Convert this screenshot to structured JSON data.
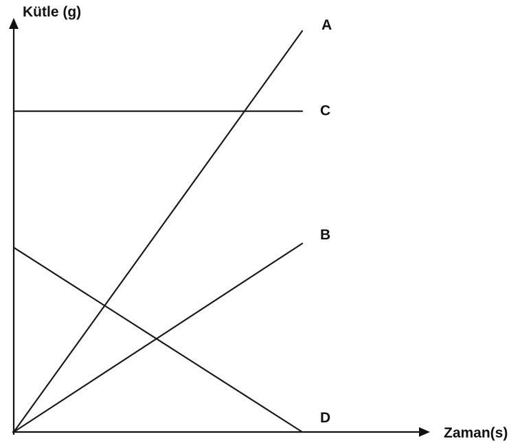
{
  "chart_data": {
    "type": "line",
    "title": "",
    "xlabel": "Zaman(s)",
    "ylabel": "Kütle (g)",
    "xlim": [
      0,
      10
    ],
    "ylim": [
      0,
      10
    ],
    "x_ticks_shown": false,
    "y_ticks_shown": false,
    "grid": false,
    "legend": "none",
    "series": [
      {
        "name": "A",
        "x": [
          0,
          10
        ],
        "y": [
          0,
          10.0
        ]
      },
      {
        "name": "C",
        "x": [
          0,
          10
        ],
        "y": [
          8.0,
          8.0
        ]
      },
      {
        "name": "B",
        "x": [
          0,
          10
        ],
        "y": [
          0,
          4.7
        ]
      },
      {
        "name": "D",
        "x": [
          0,
          10
        ],
        "y": [
          4.6,
          0
        ]
      }
    ],
    "colors": {
      "line": "#1a1a1a",
      "axis": "#111111"
    }
  }
}
